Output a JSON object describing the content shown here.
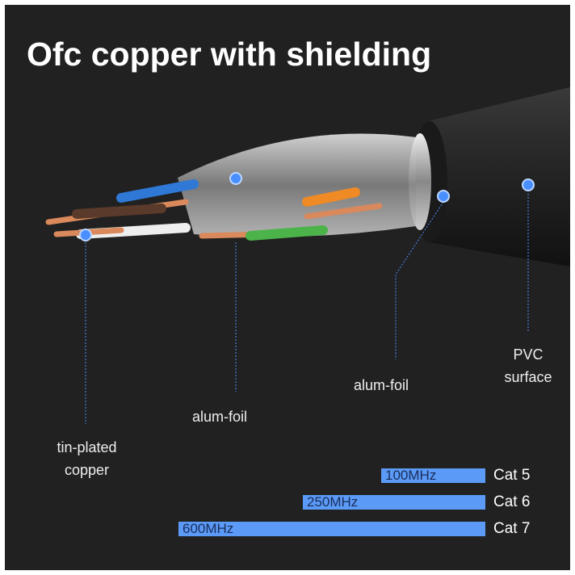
{
  "title": "Ofc copper with shielding",
  "labels": {
    "tin_plated_copper": [
      "tin-plated",
      "copper"
    ],
    "alum_foil_inner": "alum-foil",
    "alum_foil_outer": "alum-foil",
    "pvc_surface": [
      "PVC",
      "surface"
    ]
  },
  "chart_data": {
    "type": "bar",
    "orientation": "horizontal",
    "categories": [
      "Cat 5",
      "Cat 6",
      "Cat 7"
    ],
    "values": [
      100,
      250,
      600
    ],
    "value_labels": [
      "100MHz",
      "250MHz",
      "600MHz"
    ],
    "unit": "MHz",
    "bar_color": "#5b9bf7"
  },
  "colors": {
    "background": "#212121",
    "accent": "#4a8fff"
  }
}
